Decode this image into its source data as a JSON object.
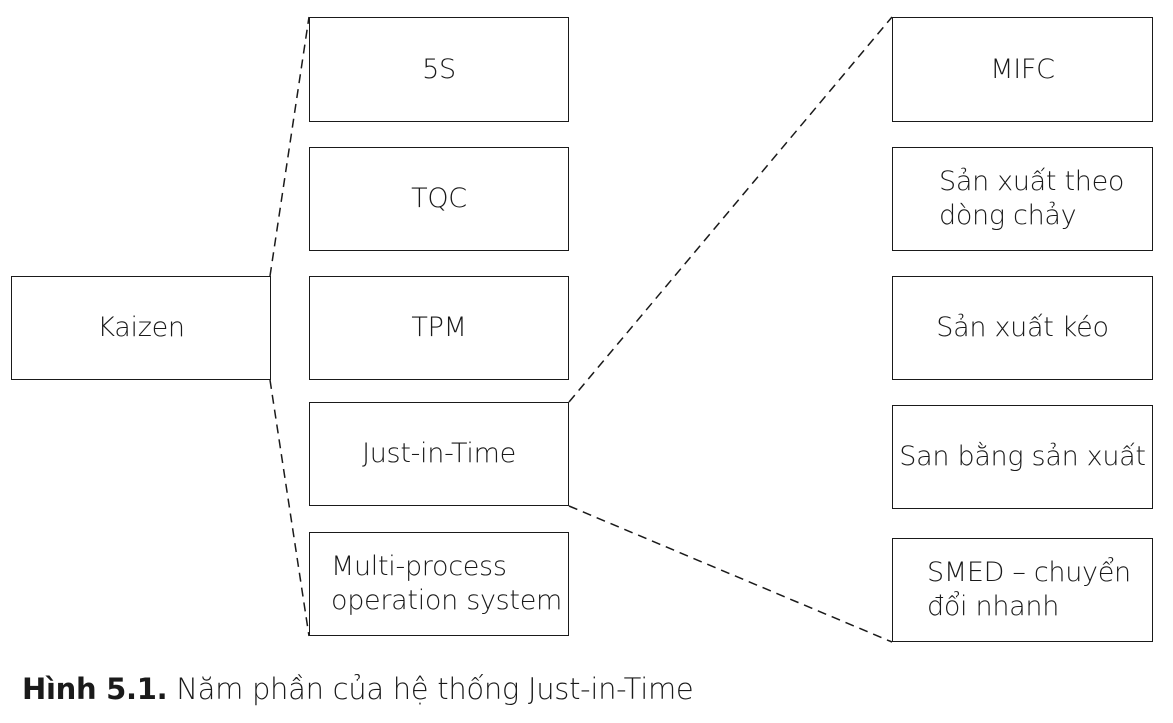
{
  "diagram": {
    "root": {
      "label": "Kaizen"
    },
    "components": [
      {
        "lines": [
          "5S"
        ]
      },
      {
        "lines": [
          "TQC"
        ]
      },
      {
        "lines": [
          "TPM"
        ]
      },
      {
        "lines": [
          "Just-in-Time"
        ]
      },
      {
        "lines": [
          "Multi-process",
          "operation system"
        ]
      }
    ],
    "jit_details": [
      {
        "lines": [
          "MIFC"
        ]
      },
      {
        "lines": [
          "Sản xuất theo",
          "dòng chảy"
        ]
      },
      {
        "lines": [
          "Sản xuất kéo"
        ]
      },
      {
        "lines": [
          "San bằng sản xuất"
        ]
      },
      {
        "lines": [
          "SMED – chuyển",
          "đổi nhanh"
        ]
      }
    ],
    "connector_color": "#1a1a1a"
  },
  "caption": {
    "label": "Hình 5.1.",
    "text": "Năm phần của hệ thống Just-in-Time"
  }
}
